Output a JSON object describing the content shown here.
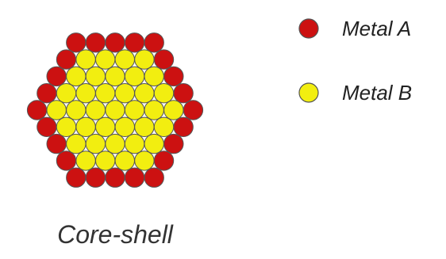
{
  "legend": {
    "metal_a": {
      "label": "Metal A",
      "color": "#cc1111"
    },
    "metal_b": {
      "label": "Metal B",
      "color": "#f2ee10"
    }
  },
  "caption": "Core-shell",
  "particle": {
    "structure": "hexagonal close-packed cluster",
    "shell_layers": 1,
    "core_rows": [
      4,
      5,
      6,
      7,
      6,
      5,
      4
    ],
    "shell_color": "#cc1111",
    "core_color": "#f2ee10",
    "outline_color": "#555555"
  }
}
